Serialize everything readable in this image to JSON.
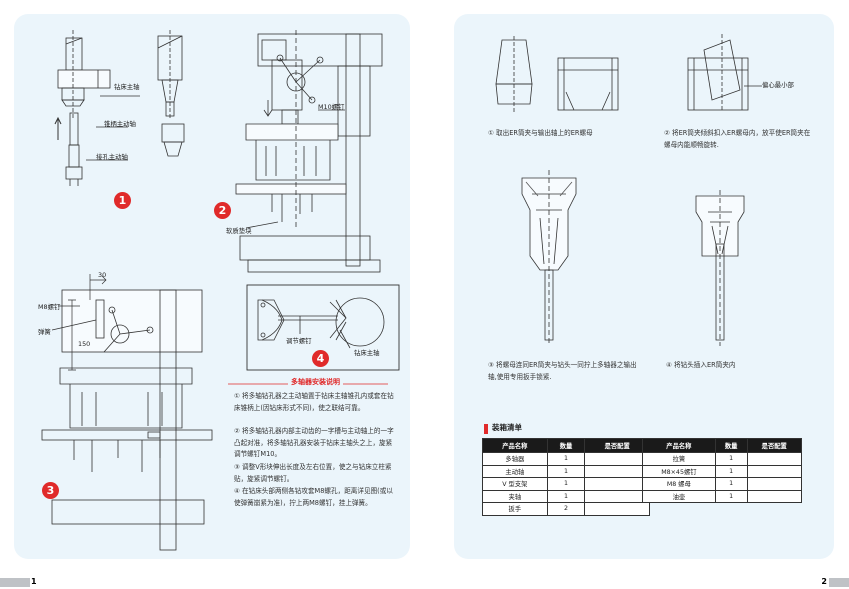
{
  "left_page": {
    "page_number": "1",
    "step_numbers": [
      "1",
      "2",
      "3",
      "4"
    ],
    "labels": {
      "drill_spindle": "钻床主轴",
      "taper_shank": "锥柄主动轴",
      "hole_shaft": "接孔主动轴",
      "m10_screw": "M10螺钉",
      "soft_pad": "软质垫块",
      "dim_30": "30",
      "dim_150": "150",
      "m8_screw": "M8螺钉",
      "spring": "弹簧",
      "adjust_screw": "调节螺钉",
      "drill_spindle_2": "钻床主轴"
    },
    "install": {
      "title": "多轴器安装说明",
      "items": [
        "① 将多轴钻孔器之主动轴置于钻床主轴锥孔内或套在钻床锥柄上(因钻床形式不同)，使之联结可靠。",
        "② 将多轴钻孔器内部主动齿的一字槽与主动轴上的一字凸起对准，将多轴钻孔器安装于钻床主轴头之上，旋紧调节螺钉M10。",
        "③ 调整V形块伸出长度及左右位置，使之与钻床立柱紧贴，旋紧调节螺钉。",
        "④ 在钻床头部两侧各钻攻套M8螺孔，距离详见图(或以使弹簧崩紧为准)，拧上两M8螺钉，挂上弹簧。"
      ]
    }
  },
  "right_page": {
    "page_number": "2",
    "labels": {
      "eccentric": "偏心最小部"
    },
    "captions": [
      "①  取出ER筒夹与输出轴上的ER螺母",
      "②  将ER筒夹倾斜扣入ER螺母内，放平使ER筒夹在螺母内能顺畅旋转.",
      "③  将螺母连同ER筒夹与钻头一同拧上多轴器之输出轴,使用专用扳手锁紧.",
      "④  将钻头插入ER筒夹内"
    ],
    "packing": {
      "title": "装箱清单",
      "table1": {
        "headers": [
          "产品名称",
          "数量",
          "是否配置"
        ],
        "rows": [
          [
            "多轴器",
            "1",
            ""
          ],
          [
            "主动轴",
            "1",
            ""
          ],
          [
            "V 型支架",
            "1",
            ""
          ],
          [
            "夹轴",
            "1",
            ""
          ],
          [
            "扳手",
            "2",
            ""
          ]
        ]
      },
      "table2": {
        "headers": [
          "产品名称",
          "数量",
          "是否配置"
        ],
        "rows": [
          [
            "拉簧",
            "1",
            ""
          ],
          [
            "M8×45螺钉",
            "1",
            ""
          ],
          [
            "M8 螺母",
            "1",
            ""
          ],
          [
            "油壶",
            "1",
            ""
          ]
        ]
      }
    }
  },
  "colors": {
    "panel": "#ebf5fb",
    "accent_red": "#e02a2a",
    "footer_gray": "#bfc2c6"
  }
}
